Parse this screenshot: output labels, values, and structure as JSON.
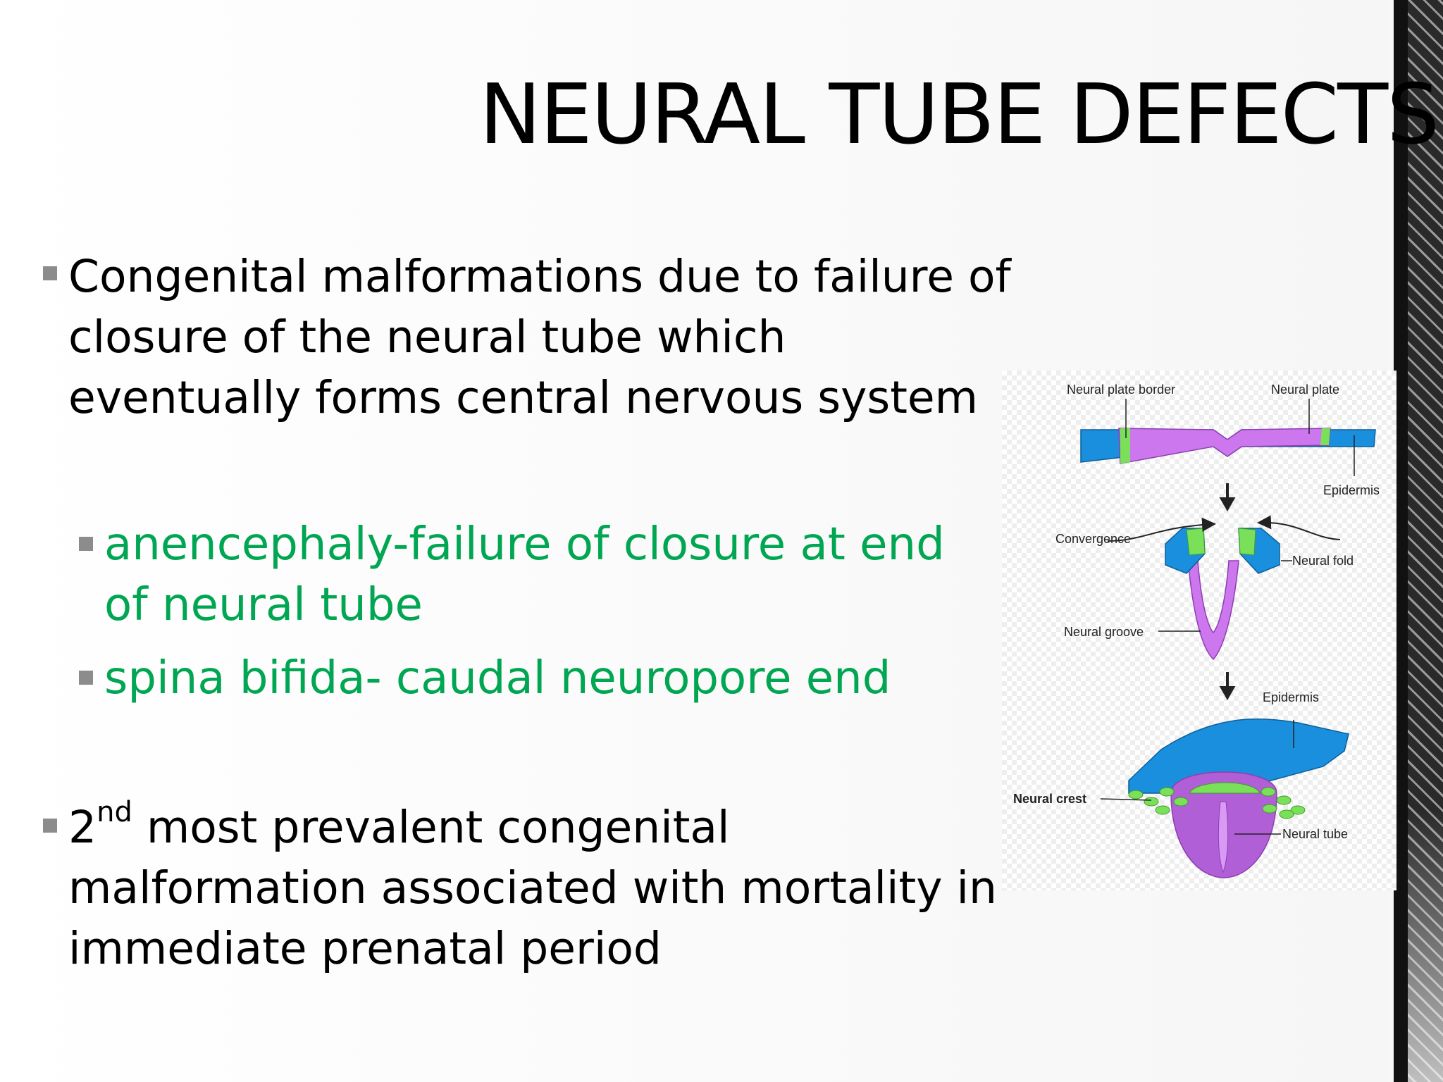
{
  "slide": {
    "title": "NEURAL TUBE DEFECTS",
    "bullets": {
      "b1": "Congenital malformations due to failure of closure of the neural tube which eventually forms central nervous system",
      "s1": "anencephaly-failure of closure at end of neural tube",
      "s2": "spina bifida- caudal neuropore end",
      "b2_ordinal_num": "2",
      "b2_ordinal_suffix": "nd",
      "b2_rest": " most prevalent congenital malformation associated with mortality in immediate prenatal period"
    },
    "figure": {
      "labels": {
        "neural_plate_border": "Neural plate border",
        "neural_plate": "Neural plate",
        "epidermis_top": "Epidermis",
        "convergence": "Convergence",
        "neural_fold": "Neural fold",
        "neural_groove": "Neural groove",
        "epidermis_bottom": "Epidermis",
        "neural_crest": "Neural crest",
        "neural_tube": "Neural tube"
      }
    }
  },
  "colors": {
    "sub_bullet_text": "#00a651",
    "bullet_marker": "#8c8c8c",
    "plate_purple": "#cc77ee",
    "epidermis_blue": "#1a8fdd",
    "crest_green": "#7ae05a"
  }
}
